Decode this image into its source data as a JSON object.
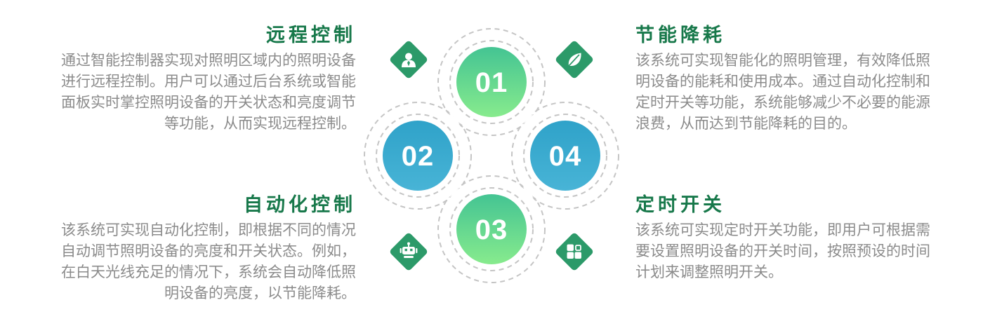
{
  "features": [
    {
      "title": "远程控制",
      "description": "通过智能控制器实现对照明区域内的照明设备进行远程控制。用户可以通过后台系统或智能面板实时掌控照明设备的开关状态和亮度调节等功能，从而实现远程控制。",
      "align": "right",
      "icon": "user-icon"
    },
    {
      "title": "节能降耗",
      "description": "该系统可实现智能化的照明管理，有效降低照明设备的能耗和使用成本。通过自动化控制和定时开关等功能，系统能够减少不必要的能源浪费，从而达到节能降耗的目的。",
      "align": "left",
      "icon": "leaf-icon"
    },
    {
      "title": "自动化控制",
      "description": "该系统可实现自动化控制，即根据不同的情况自动调节照明设备的亮度和开关状态。例如，在白天光线充足的情况下，系统会自动降低照明设备的亮度，以节能降耗。",
      "align": "right",
      "icon": "robot-icon"
    },
    {
      "title": "定时开关",
      "description": "该系统可实现定时开关功能，即用户可根据需要设置照明设备的开关时间，按照预设的时间计划来调整照明开关。",
      "align": "left",
      "icon": "grid-icon"
    }
  ],
  "diagram": {
    "circles": [
      {
        "number": "01",
        "position": "top",
        "style": "green"
      },
      {
        "number": "02",
        "position": "left",
        "style": "blue"
      },
      {
        "number": "03",
        "position": "bottom",
        "style": "green"
      },
      {
        "number": "04",
        "position": "right",
        "style": "blue"
      }
    ],
    "icons": [
      {
        "name": "user-icon",
        "position": "top-left"
      },
      {
        "name": "leaf-icon",
        "position": "top-right"
      },
      {
        "name": "robot-icon",
        "position": "bottom-left"
      },
      {
        "name": "grid-icon",
        "position": "bottom-right"
      }
    ]
  },
  "colors": {
    "heading_green": "#17784a",
    "body_gray": "#8b8b8b",
    "diamond_green": "#2c9a69",
    "dash_gray": "#c5c5c5",
    "circle_green_top": "#44c493",
    "circle_green_bottom": "#87eb8d",
    "circle_blue_top": "#2fa2c9",
    "circle_blue_bottom": "#48b4d6",
    "background": "#ffffff"
  }
}
